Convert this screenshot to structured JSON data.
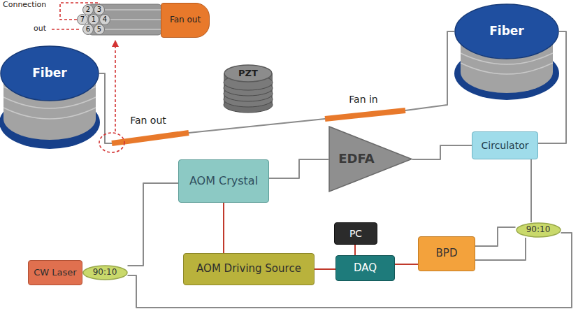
{
  "diagram": {
    "nodes": [
      {
        "text": [
          "Fan out"
        ]
      },
      {
        "text": [
          "2"
        ]
      },
      {
        "text": [
          "3"
        ]
      },
      {
        "text": [
          "7"
        ]
      },
      {
        "text": [
          "1"
        ]
      },
      {
        "text": [
          "4"
        ]
      },
      {
        "text": [
          "6"
        ]
      },
      {
        "text": [
          "5"
        ]
      },
      {
        "text": [
          "Fiber"
        ]
      },
      {
        "text": [
          "Fiber"
        ]
      },
      {
        "text": [
          "PZT"
        ]
      },
      {
        "text": [
          "Circulator"
        ]
      },
      {
        "text": [
          "EDFA"
        ]
      },
      {
        "text": [
          "AOM Crystal"
        ]
      },
      {
        "text": [
          "PC"
        ]
      },
      {
        "text": [
          "90:10"
        ]
      },
      {
        "text": [
          "BPD"
        ]
      },
      {
        "text": [
          "DAQ"
        ]
      },
      {
        "text": [
          "AOM Driving Source"
        ]
      },
      {
        "text": [
          "CW Laser"
        ]
      },
      {
        "text": [
          "90:10"
        ]
      }
    ],
    "edges": [
      {
        "from": 19,
        "to": 20,
        "arrow": "none"
      },
      {
        "from": 20,
        "to": 13,
        "arrow": "none"
      },
      {
        "from": 13,
        "to": 12,
        "arrow": "none"
      },
      {
        "from": 12,
        "to": 11,
        "arrow": "none"
      },
      {
        "from": 11,
        "to": 8,
        "arrow": "none"
      },
      {
        "from": 8,
        "to": 9,
        "arrow": "none"
      },
      {
        "from": 11,
        "to": 15,
        "arrow": "none"
      },
      {
        "from": 15,
        "to": 16,
        "arrow": "none"
      },
      {
        "from": 15,
        "to": 16,
        "arrow": "none"
      },
      {
        "from": 16,
        "to": 17,
        "arrow": "none"
      },
      {
        "from": 17,
        "to": 14,
        "arrow": "none"
      },
      {
        "from": 17,
        "to": 18,
        "arrow": "none"
      },
      {
        "from": 18,
        "to": 13,
        "arrow": "none"
      },
      {
        "from": 20,
        "to": 15,
        "arrow": "none"
      }
    ],
    "labels": [
      "Connection",
      "out",
      "Fan out",
      "Fan in"
    ]
  }
}
